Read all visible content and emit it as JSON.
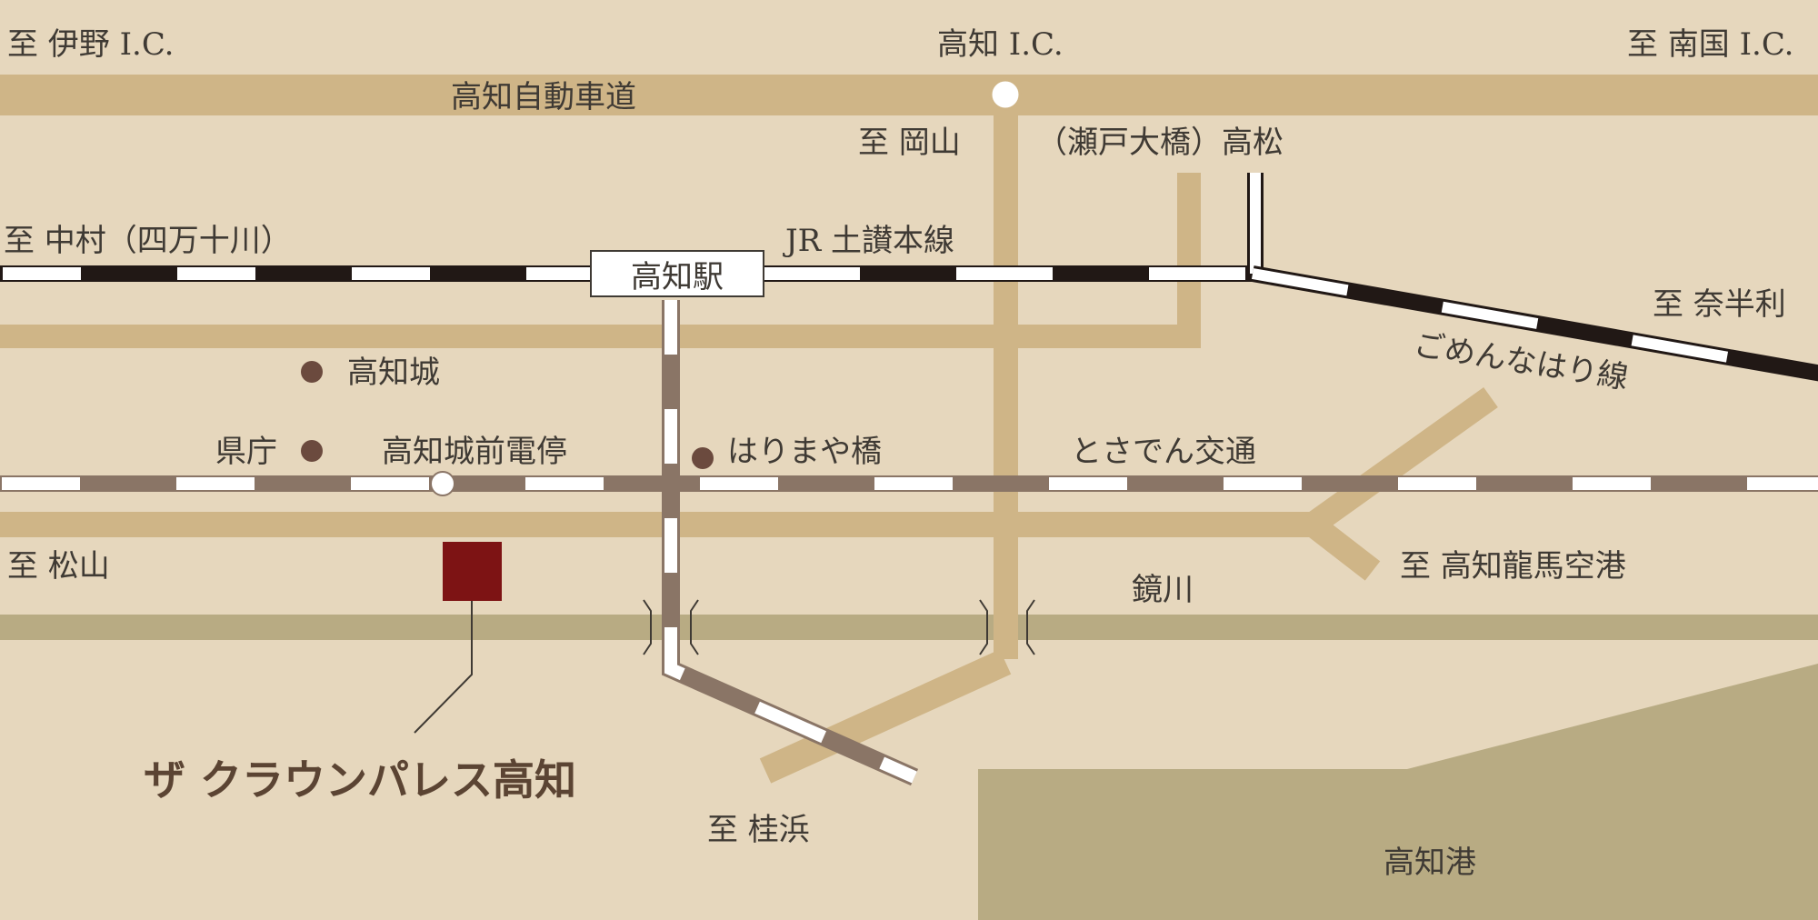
{
  "colors": {
    "background": "#e6d7bd",
    "road": "#cfb587",
    "river": "#b8ab83",
    "harbor": "#b8ab83",
    "text": "#3f3a34",
    "jr_rail_dash": "#211815",
    "tram_dash": "#8a7566",
    "hotel": "#7d1314",
    "hotel_text": "#5b4433",
    "landmark": "#6b4a3e"
  },
  "labels": {
    "to_ino_ic": "至 伊野 I.C.",
    "kochi_ic": "高知 I.C.",
    "to_nankoku_ic": "至 南国 I.C.",
    "expressway": "高知自動車道",
    "to_okayama": "至 岡山",
    "to_takamatsu": "（瀬戸大橋）高松",
    "to_nakamura": "至 中村（四万十川）",
    "jr_line": "JR 土讃本線",
    "kochi_station": "高知駅",
    "to_nahari": "至 奈半利",
    "gomen_line": "ごめんなはり線",
    "kochi_castle": "高知城",
    "prefectural_office": "県庁",
    "castle_tram_stop": "高知城前電停",
    "harimaya_bridge": "はりまや橋",
    "tosaden": "とさでん交通",
    "to_matsuyama": "至 松山",
    "to_airport": "至 高知龍馬空港",
    "kagami_river": "鏡川",
    "hotel": "ザ クラウンパレス高知",
    "to_katsurahama": "至 桂浜",
    "kochi_port": "高知港"
  }
}
